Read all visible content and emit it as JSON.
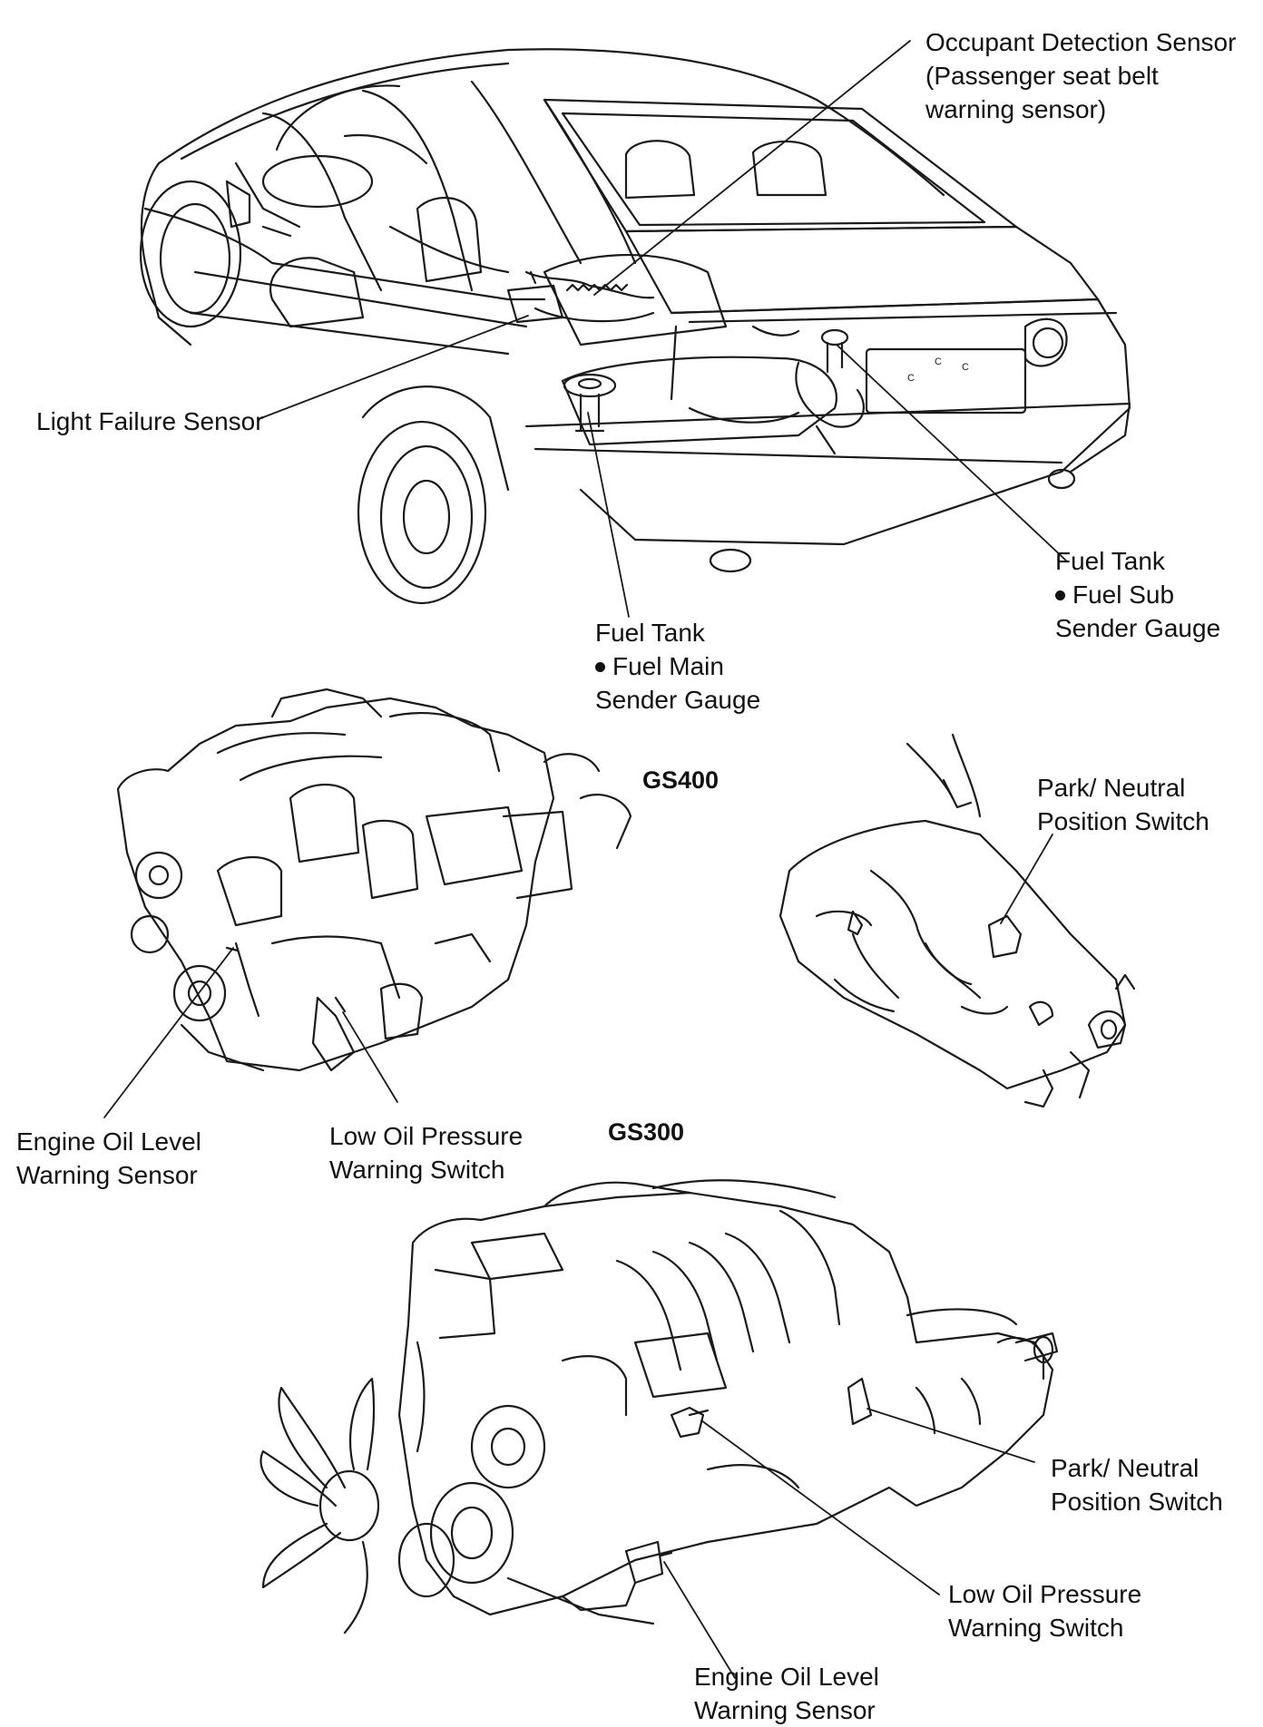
{
  "labels": {
    "occupant_sensor": [
      "Occupant Detection Sensor",
      "(Passenger seat belt",
      "warning sensor)"
    ],
    "light_failure": [
      "Light Failure Sensor"
    ],
    "fuel_sub": {
      "line1": "Fuel Tank",
      "line2": "Fuel Sub",
      "line3": "Sender Gauge"
    },
    "fuel_main": {
      "line1": "Fuel Tank",
      "line2": "Fuel Main",
      "line3": "Sender Gauge"
    },
    "gs400_park_neutral": [
      "Park/ Neutral",
      "Position Switch"
    ],
    "gs400_engine_oil_level": [
      "Engine Oil Level",
      "Warning Sensor"
    ],
    "gs400_low_oil_pressure": [
      "Low Oil Pressure",
      "Warning Switch"
    ],
    "gs300_park_neutral": [
      "Park/ Neutral",
      "Position Switch"
    ],
    "gs300_low_oil_pressure": [
      "Low Oil Pressure",
      "Warning Switch"
    ],
    "gs300_engine_oil_level": [
      "Engine Oil Level",
      "Warning Sensor"
    ]
  },
  "models": {
    "gs400": "GS400",
    "gs300": "GS300"
  }
}
